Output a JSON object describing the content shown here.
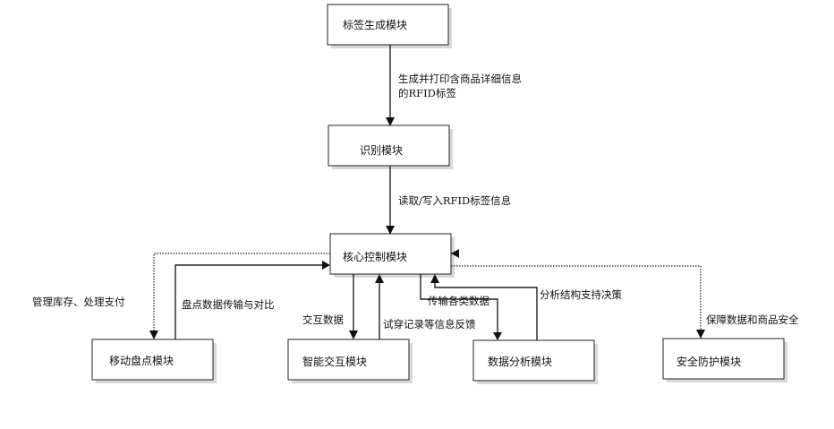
{
  "nodes": {
    "label_gen": "标签生成模块",
    "recognition": "识别模块",
    "core": "核心控制模块",
    "mobile": "移动盘点模块",
    "smart": "智能交互模块",
    "analysis": "数据分析模块",
    "security": "安全防护模块"
  },
  "edges": {
    "gen_to_recog_line1": "生成并打印含商品详细信息",
    "gen_to_recog_line2": "的RFID标签",
    "recog_to_core": "读取/写入RFID标签信息",
    "core_to_mobile": "管理库存、处理支付",
    "mobile_to_core": "盘点数据传输与对比",
    "core_to_smart": "交互数据",
    "smart_to_core": "试穿记录等信息反馈",
    "core_to_analysis": "传输各类数据",
    "analysis_to_core": "分析结构支持决策",
    "core_to_security": "保障数据和商品安全"
  }
}
